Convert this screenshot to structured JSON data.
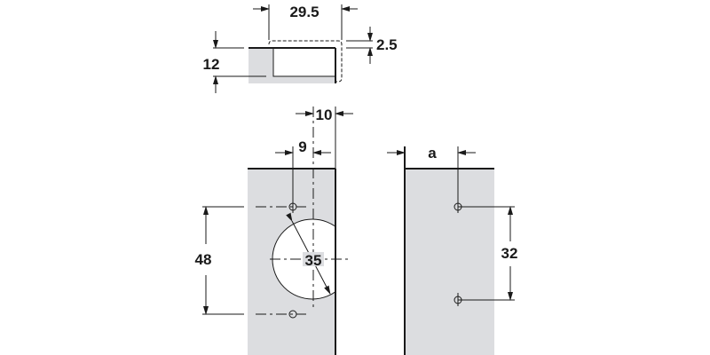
{
  "dimensions": {
    "cup_width": "29.5",
    "cup_depth": "12",
    "offset": "2.5",
    "edge_distance": "10",
    "hole_offset": "9",
    "hole_spacing": "48",
    "cup_diameter": "35",
    "plate_offset": "a",
    "plate_hole_spacing": "32"
  },
  "colors": {
    "panel": "#dcdde0",
    "line": "#1a1a1a"
  }
}
